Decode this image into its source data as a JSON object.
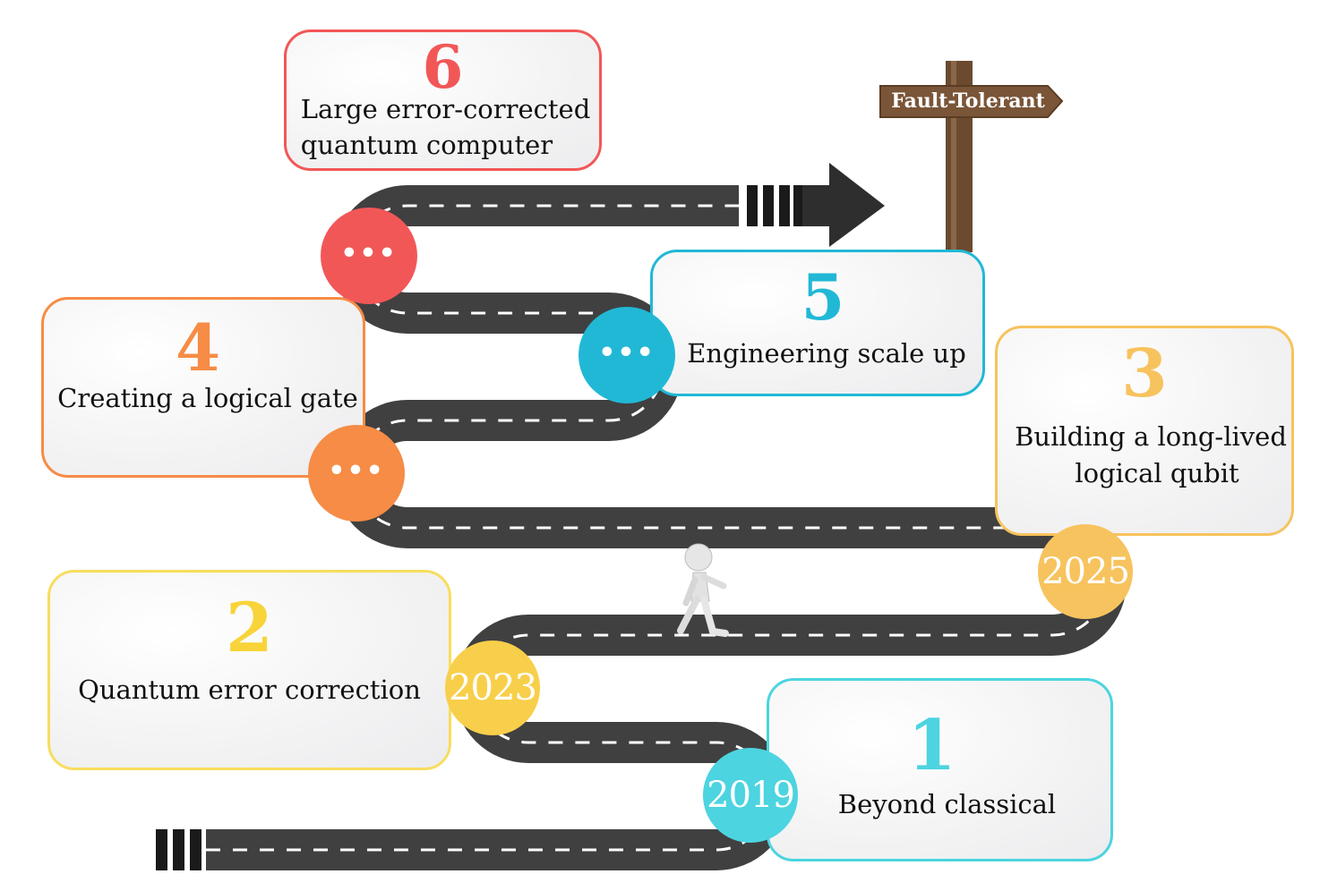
{
  "sign": {
    "label": "Fault-Tolerant"
  },
  "colors": {
    "red": "#f25757",
    "cyan": "#21b8d6",
    "orange": "#f68c45",
    "yellow": "#f8cf4a",
    "gold": "#f7c35e",
    "teal": "#4cd4e0",
    "road": "#404041"
  },
  "milestones": [
    {
      "number": "1",
      "text": "Beyond classical"
    },
    {
      "number": "2",
      "text": "Quantum error correction"
    },
    {
      "number": "3",
      "text": "Building a long-lived",
      "text2": "logical qubit"
    },
    {
      "number": "4",
      "text": "Creating a logical gate"
    },
    {
      "number": "5",
      "text": "Engineering scale up"
    },
    {
      "number": "6",
      "text": "Large error-corrected",
      "text2": "quantum computer"
    }
  ],
  "nodes": [
    {
      "label": "2019",
      "icon": "year"
    },
    {
      "label": "2023",
      "icon": "year"
    },
    {
      "label": "2025",
      "icon": "year"
    },
    {
      "label": "•••",
      "icon": "ellipsis-icon"
    },
    {
      "label": "•••",
      "icon": "ellipsis-icon"
    },
    {
      "label": "•••",
      "icon": "ellipsis-icon"
    }
  ]
}
